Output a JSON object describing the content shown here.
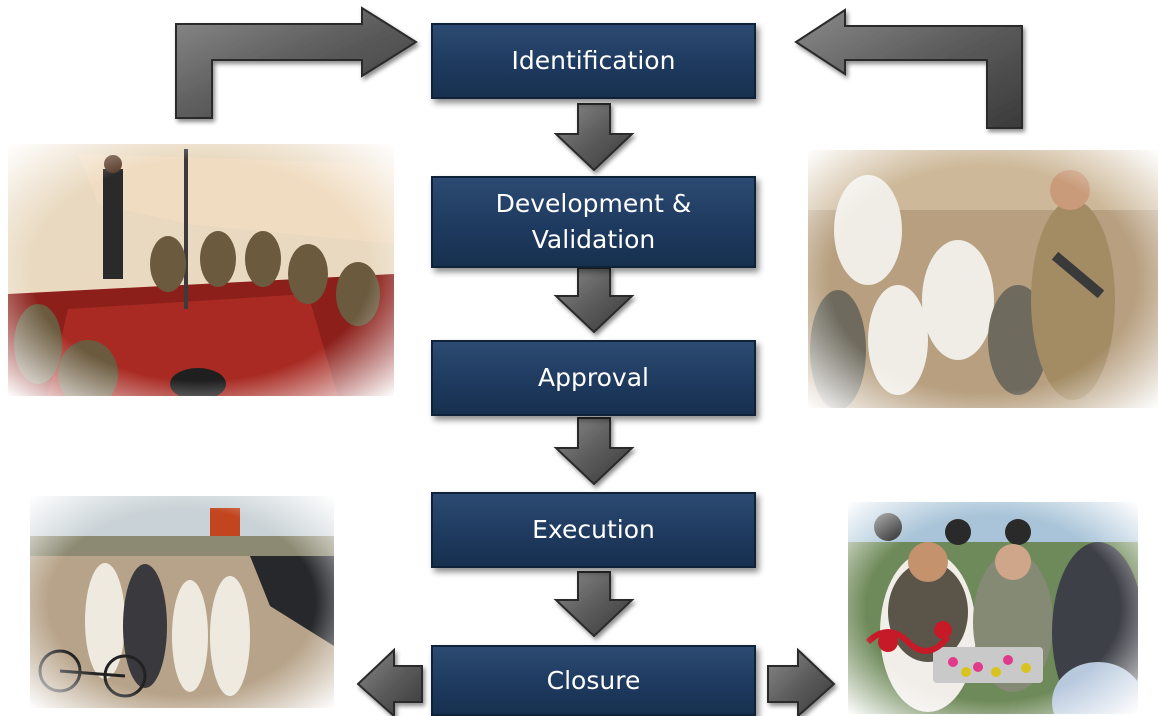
{
  "steps": {
    "identification": "Identification",
    "development": [
      "Development &",
      "Validation"
    ],
    "approval": "Approval",
    "execution": "Execution",
    "closure": "Closure"
  },
  "colors": {
    "box": "#1e3a5f",
    "arrow": "#5a5a5a",
    "arrow_outline": "#2a2a2a"
  },
  "icons": {
    "step_arrows": "down-arrow-icon",
    "loop_arrows": "l-shaped-arrow-icon",
    "side_arrows": "block-arrow-icon"
  }
}
